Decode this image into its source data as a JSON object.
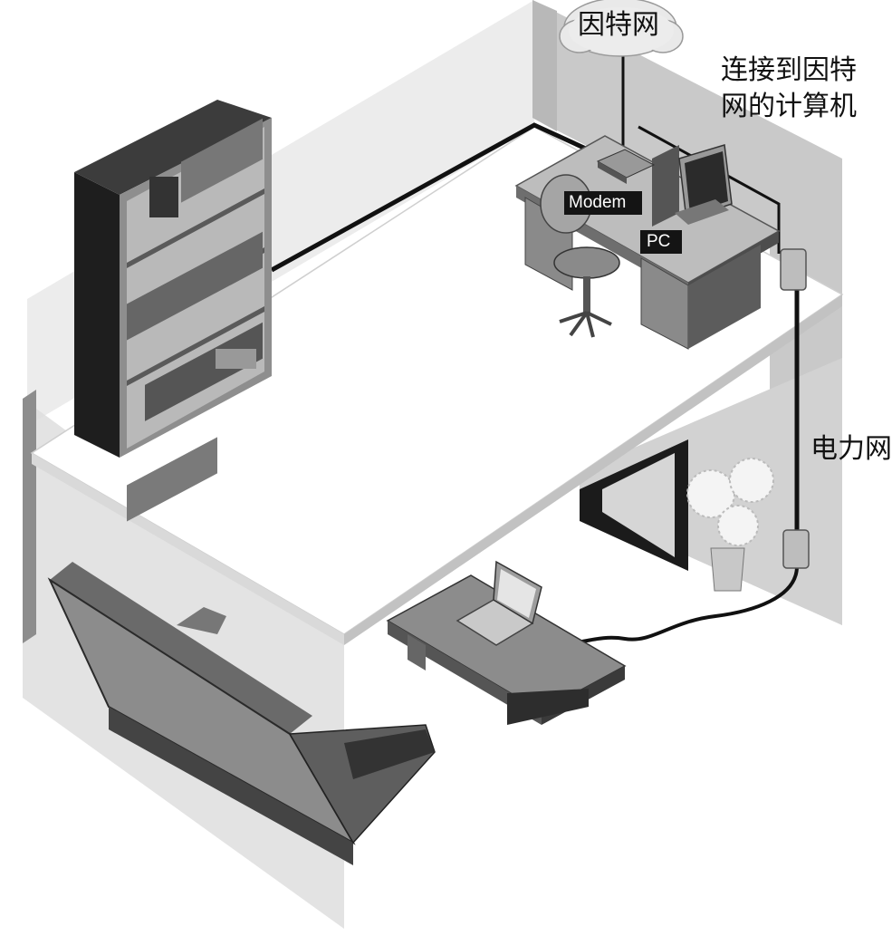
{
  "labels": {
    "internet": "因特网",
    "pc_caption_line1": "连接到因特",
    "pc_caption_line2": "网的计算机",
    "power_grid": "电力网",
    "modem": "Modem",
    "pc": "PC"
  },
  "colors": {
    "wall_light": "#e4e4e4",
    "wall_mid": "#c8c8c8",
    "wall_dark": "#a7a7a7",
    "furniture_dark": "#2a2a2a",
    "furniture_mid": "#707070",
    "furniture_light": "#b5b5b5",
    "cable": "#111111",
    "tag_bg": "#141414",
    "tag_text": "#ffffff"
  }
}
